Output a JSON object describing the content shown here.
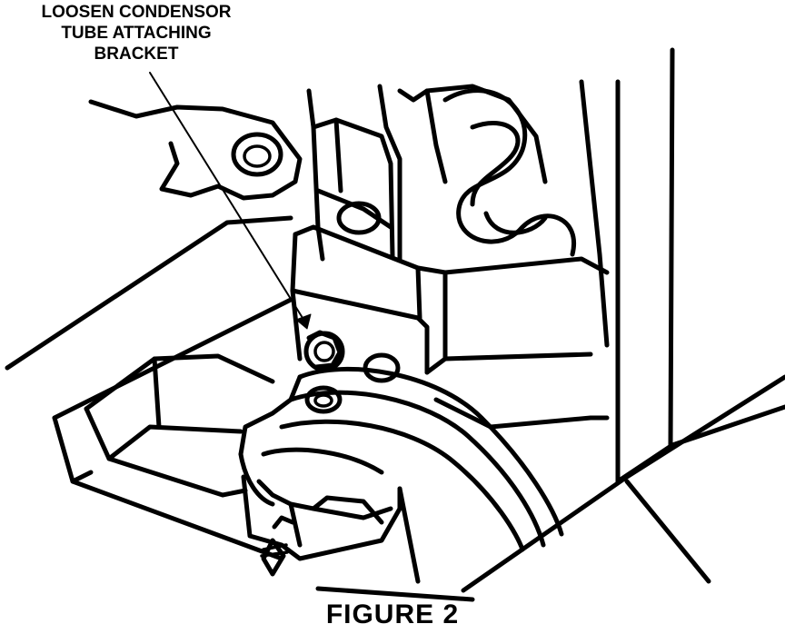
{
  "callout": {
    "lines": [
      "LOOSEN CONDENSOR",
      "TUBE ATTACHING",
      "BRACKET"
    ]
  },
  "figure": {
    "caption": "FIGURE 2"
  },
  "colors": {
    "line": "#000000",
    "background": "#ffffff"
  }
}
